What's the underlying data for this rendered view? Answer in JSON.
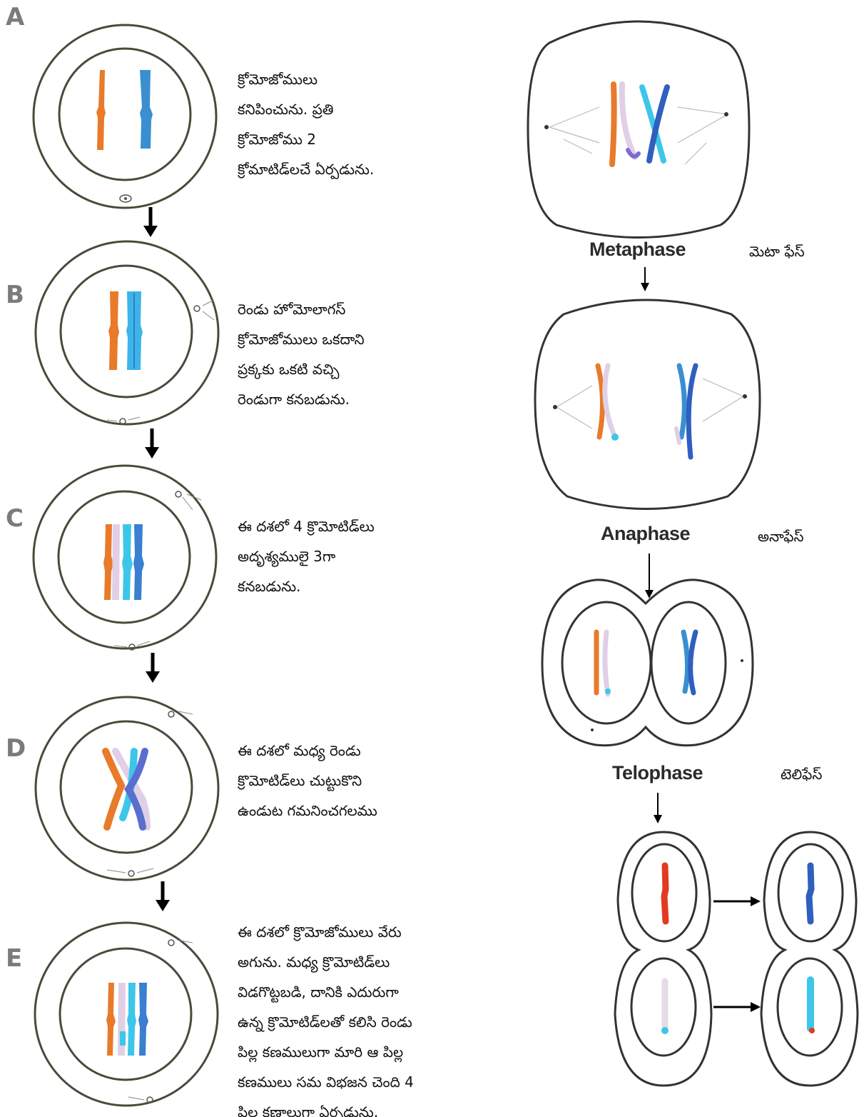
{
  "stages": [
    {
      "letter": "A",
      "text": "క్రోమోజోములు\nకనిపించును. ప్రతి\nక్రోమోజోము 2\nక్రోమాటిడ్‌లచే ఏర్పడును."
    },
    {
      "letter": "B",
      "text": "రెండు హోమోలాగస్\nక్రోమోజోములు ఒకదాని\nప్రక్కకు ఒకటి వచ్చి\nరెండుగా కనబడును."
    },
    {
      "letter": "C",
      "text": "ఈ దశలో 4 క్రొమోటిడ్‌లు\nఅదృశ్యములై 3గా\nకనబడును."
    },
    {
      "letter": "D",
      "text": "ఈ దశలో మధ్య రెండు\nక్రొమోటిడ్‌లు చుట్టుకొని\nఉండుట గమనించగలము"
    },
    {
      "letter": "E",
      "text": "ఈ దశలో క్రొమోజోములు వేరు\nఅగును. మధ్య క్రొమోటిడ్‌లు\nవిడగొట్టబడి, దానికి ఎదురుగా\nఉన్న క్రొమోటిడ్‌లతో కలిసి రెండు\nపిల్ల కణములుగా మారి ఆ పిల్ల\nకణములు సమ విభజన చెంది 4\nపిల్ల కణాలుగా ఏర్పడును."
    }
  ],
  "phases": [
    {
      "label": "Metaphase",
      "telugu": "మెటా ఫేస్"
    },
    {
      "label": "Anaphase",
      "telugu": "అనాఫేస్"
    },
    {
      "label": "Telophase",
      "telugu": "టెలిఫేస్"
    }
  ],
  "colors": {
    "cell_outline": "#4a4a3a",
    "orange": "#e87a2a",
    "blue": "#3a8fd0",
    "cyan": "#3cc6ea",
    "lavender": "#e0cfe6",
    "navy": "#2f5fbf",
    "red": "#e23a22"
  }
}
